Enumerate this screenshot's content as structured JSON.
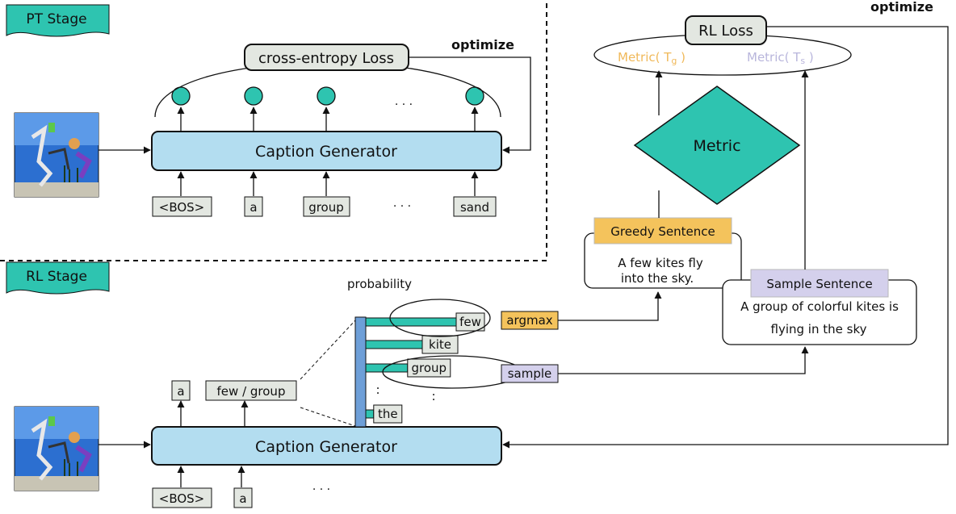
{
  "pt_stage": {
    "tag": "PT Stage",
    "loss_label": "cross-entropy Loss",
    "optimize_label": "optimize",
    "generator_label": "Caption  Generator",
    "output_ellipsis": ". . .",
    "input_tokens": [
      "<BOS>",
      "a",
      "group",
      "sand"
    ],
    "input_ellipsis": ". . ."
  },
  "rl_stage": {
    "tag": "RL Stage",
    "probability_label": "probability",
    "generator_label": "Caption  Generator",
    "input_tokens": [
      "<BOS>",
      "a"
    ],
    "input_ellipsis": ". . .",
    "output_tokens": [
      "a",
      "few / group"
    ],
    "vocab_words": [
      "few",
      "kite",
      "group",
      "the"
    ],
    "vocab_probs": [
      0.8,
      0.5,
      0.37,
      0.07
    ],
    "vocab_ellipsis": ":",
    "argmax_label": "argmax",
    "sample_label": "sample",
    "greedy_title": "Greedy Sentence",
    "greedy_text": [
      "A few kites fly",
      "into the sky."
    ],
    "sample_title": "Sample Sentence",
    "sample_text": [
      "A group of colorful kites is",
      "flying in the sky"
    ],
    "metric_label": "Metric",
    "rl_loss_label": "RL Loss",
    "optimize_label": "optimize",
    "metric_tg": "Metric( T",
    "metric_tg_sub": "g",
    "metric_ts": "Metric( T",
    "metric_ts_sub": "s",
    "metric_close": " )"
  },
  "colors": {
    "teal": "#2EC4B0",
    "generator_fill": "#B3DDF0",
    "token_fill": "#E3E7E1",
    "greedy_fill": "#F4C35C",
    "sample_fill": "#D4D0EC",
    "greedy_metric_text": "#F0B95A",
    "sample_metric_text": "#B9B6DC",
    "vocab_bar": "#6E9FD8"
  }
}
